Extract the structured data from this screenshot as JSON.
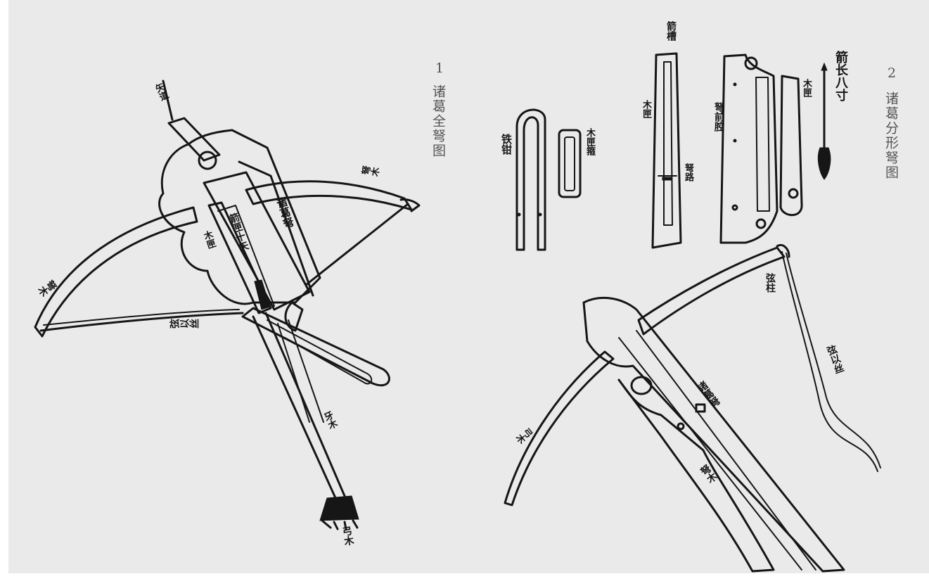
{
  "figure1": {
    "number": "1",
    "caption": "诸葛全弩图",
    "labels": {
      "arrow_groove": "矢道",
      "left_arm": "弩木",
      "right_arm": "弩木",
      "stock_mark": "诸葛弩",
      "inner_box": "箭匣十矢",
      "box_side": "木匣",
      "string_note": "弦以丝",
      "handle_note": "牙木",
      "bottom_note": "弓木"
    }
  },
  "figure2": {
    "number": "2",
    "caption": "诸葛分形弩图",
    "labels": {
      "clip": "铁钳",
      "ring": "木匣箍",
      "tall_box": "木匣",
      "box_hole": "弩路",
      "top_box": "箭槽",
      "panel_left": "弩前腔",
      "panel_right": "木匣",
      "arrow_note": "箭长八寸",
      "string": "弦柱",
      "bow_left": "弓木",
      "stock_text": "诸葛弩",
      "stock_lower": "弩木",
      "cord_note": "弦以丝"
    }
  }
}
